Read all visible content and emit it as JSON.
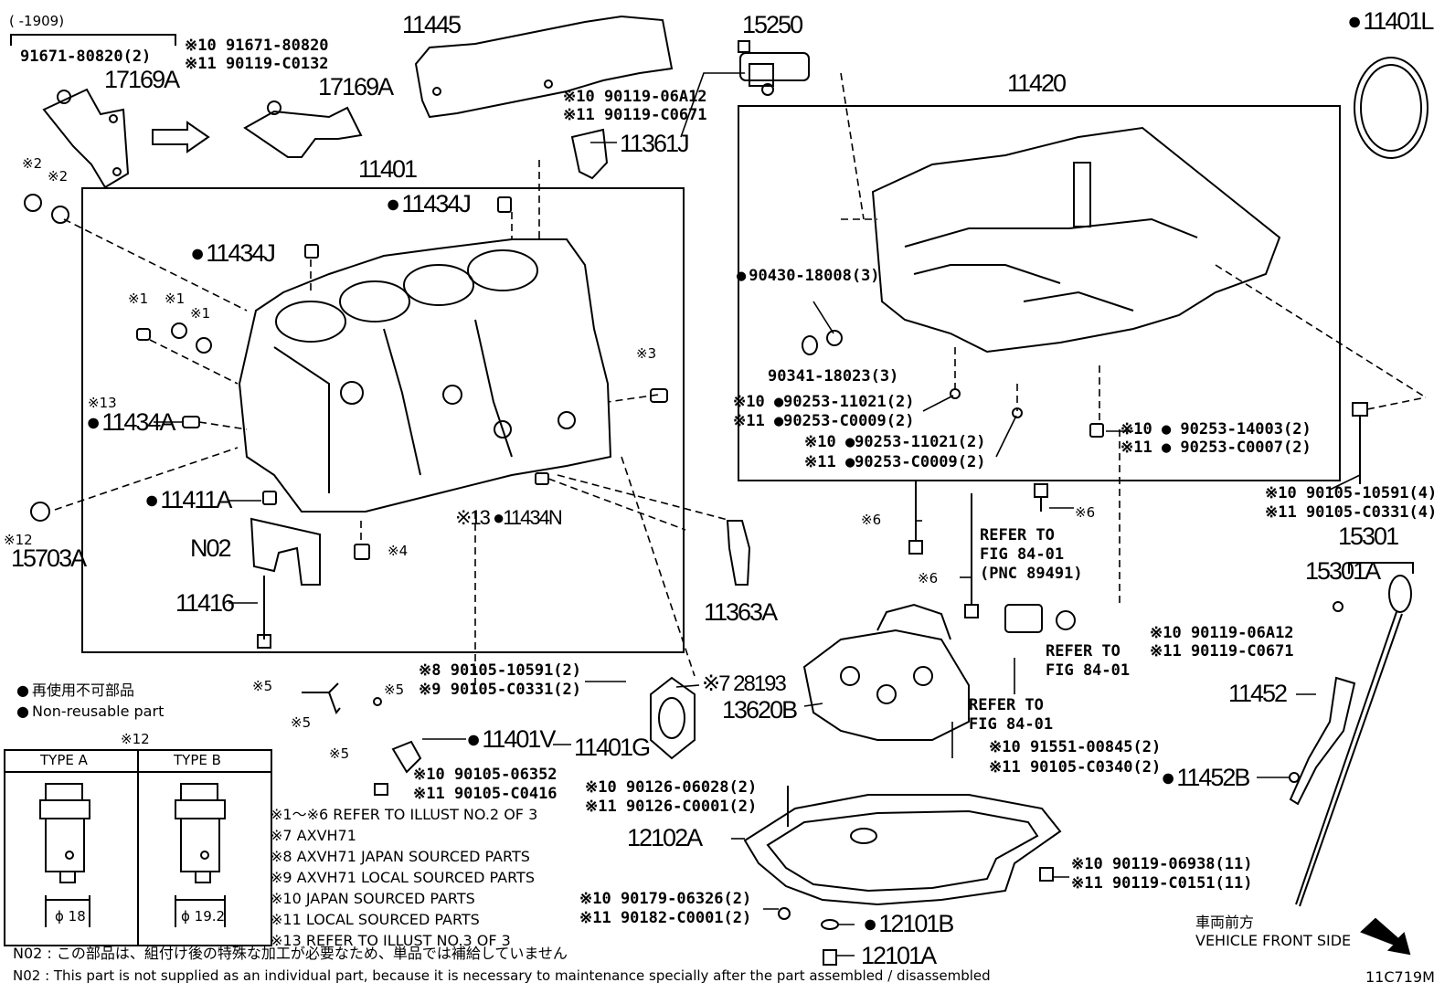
{
  "diagram_code": "11C719M",
  "top_note": "(     -1909)",
  "callouts": {
    "p17169A_group": "91671-80820(2)",
    "p17169A_left": "17169A",
    "p17169A_right": "17169A",
    "bolt_10a": "※10 91671-80820",
    "bolt_11a": "※11 90119-C0132",
    "p11445": "11445",
    "p15250": "15250",
    "bolt_10b": "※10 90119-06A12",
    "bolt_11b": "※11 90119-C0671",
    "p11361J": "11361J",
    "p11420": "11420",
    "p11401L": "11401L",
    "p11401": "11401",
    "p11434J_a": "11434J",
    "p11434J_b": "11434J",
    "mark2a": "※2",
    "mark2b": "※2",
    "mark1a": "※1",
    "mark1b": "※1",
    "mark1c": "※1",
    "mark3": "※3",
    "mark13a": "※13",
    "p11434A": "11434A",
    "p11411A": "11411A",
    "p11434N": "※13 ●11434N",
    "mark4": "※4",
    "N02": "N02",
    "p11416": "11416",
    "mark12": "※12",
    "p15703A": "15703A",
    "p11363A": "11363A",
    "p90430": "90430-18008(3)",
    "p90341": "90341-18023(3)",
    "p90253_a10": "※10 ●90253-11021(2)",
    "p90253_a11": "※11 ●90253-C0009(2)",
    "p90253_b10": "※10 ●90253-11021(2)",
    "p90253_b11": "※11 ●90253-C0009(2)",
    "p90253_c10": "※10 ● 90253-14003(2)",
    "p90253_c11": "※11 ● 90253-C0007(2)",
    "p90105_r10": "※10 90105-10591(4)",
    "p90105_r11": "※11 90105-C0331(4)",
    "mark6a": "※6",
    "mark6b": "※6",
    "mark6c": "※6",
    "refer1": "REFER TO",
    "refer1b": "FIG 84-01",
    "refer1c": "(PNC 89491)",
    "refer2": "REFER TO",
    "refer2b": "FIG 84-01",
    "refer3": "REFER TO",
    "refer3b": "FIG 84-01",
    "p15301": "15301",
    "p15301A": "15301A",
    "bolt_10c": "※10 90119-06A12",
    "bolt_11c": "※11 90119-C0671",
    "p11452": "11452",
    "p11452B": "11452B",
    "p90105_810": "※8 90105-10591(2)",
    "p90105_911": "※9 90105-C0331(2)",
    "p28193": "※7 28193",
    "p13620B": "13620B",
    "p91551": "※10 91551-00845(2)",
    "p90105_c0340": "※11 90105-C0340(2)",
    "p11401V": "11401V",
    "p11401G": "11401G",
    "p90105_06352": "※10 90105-06352",
    "p90105_c0416": "※11 90105-C0416",
    "mark5a": "※5",
    "mark5b": "※5",
    "mark5c": "※5",
    "mark5d": "※5",
    "p90126_10": "※10 90126-06028(2)",
    "p90126_11": "※11 90126-C0001(2)",
    "p12102A": "12102A",
    "p90119_10": "※10 90119-06938(11)",
    "p90119_11": "※11 90119-C0151(11)",
    "p90179_10": "※10 90179-06326(2)",
    "p90182_11": "※11 90182-C0001(2)",
    "p12101B": "12101B",
    "p12101A": "12101A",
    "direction_jp": "車両前方",
    "direction_en": "VEHICLE FRONT SIDE"
  },
  "legend": {
    "jp": "再使用不可部品",
    "en": "Non-reusable part"
  },
  "type_box": {
    "header": "※12",
    "type_a": "TYPE A",
    "type_b": "TYPE B",
    "dia_a": "ϕ 18",
    "dia_b": "ϕ 19.2"
  },
  "footnotes": [
    "※1～※6  REFER TO ILLUST NO.2 OF 3",
    "※7 AXVH71",
    "※8 AXVH71 JAPAN SOURCED PARTS",
    "※9 AXVH71 LOCAL SOURCED PARTS",
    "※10 JAPAN SOURCED PARTS",
    "※11 LOCAL SOURCED PARTS",
    "※13 REFER TO ILLUST NO.3 OF 3"
  ],
  "n02_notes": [
    "N02 : この部品は、組付け後の特殊な加工が必要なため、単品では補給していません",
    "N02 : This part is not supplied as an individual part, because it is necessary to maintenance specially after the part assembled / disassembled"
  ]
}
